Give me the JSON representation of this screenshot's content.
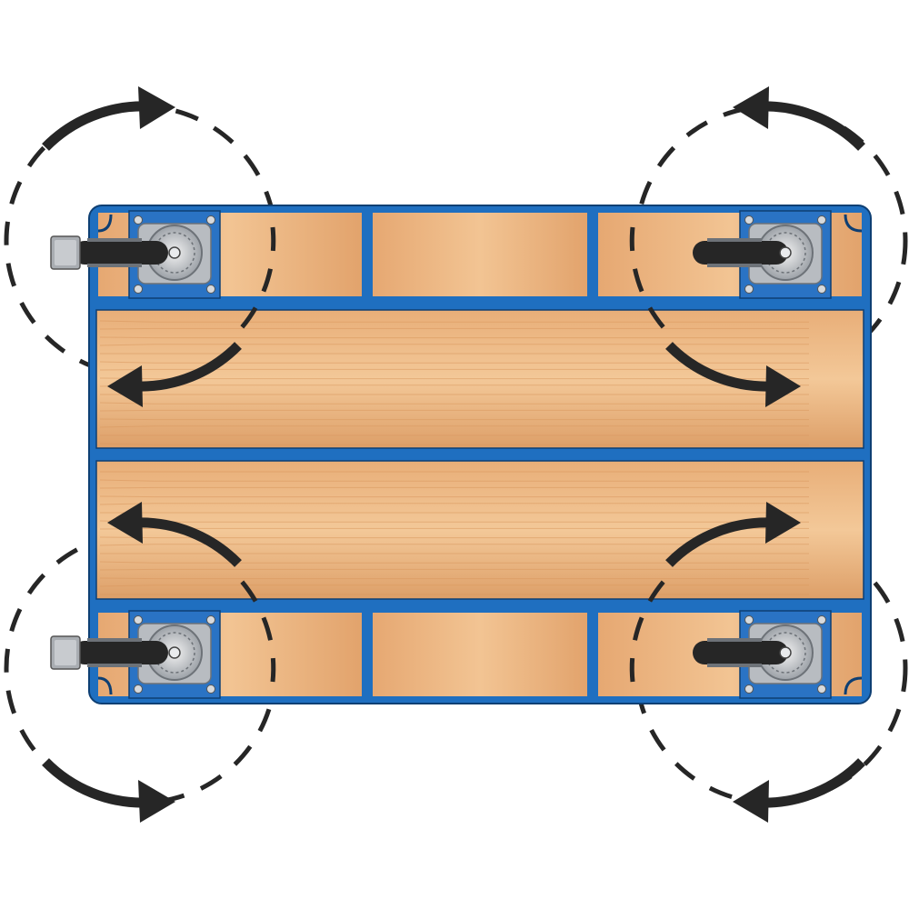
{
  "diagram": {
    "subject": "platform-trolley-top-view",
    "casters": [
      {
        "id": "top-left",
        "type": "swivel-with-brake"
      },
      {
        "id": "top-right",
        "type": "swivel"
      },
      {
        "id": "bottom-left",
        "type": "swivel-with-brake"
      },
      {
        "id": "bottom-right",
        "type": "swivel"
      }
    ],
    "colors": {
      "frame": "#1f6fc0",
      "frame_dark": "#0e3f73",
      "wood_light": "#f1c694",
      "wood_mid": "#e2a570",
      "wood_dark": "#cf8a55",
      "plate": "#2a73c4",
      "metal": "#b8bcc1",
      "metal_dark": "#6d7278",
      "tire": "#262626",
      "arrow": "#262626",
      "dash": "#262626"
    }
  }
}
